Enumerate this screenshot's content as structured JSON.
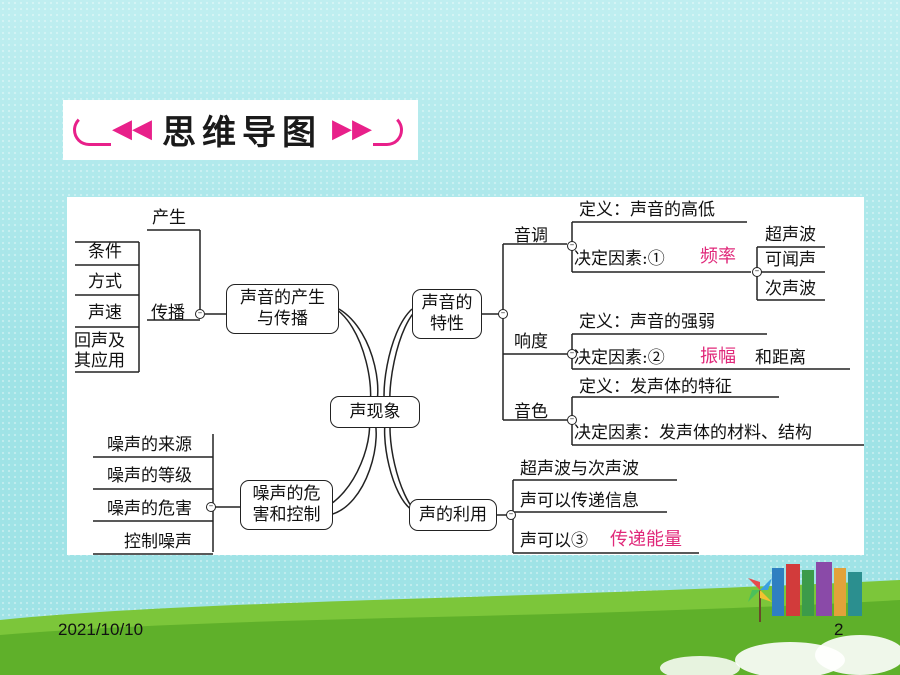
{
  "title": "思维导图",
  "footer": {
    "date": "2021/10/10",
    "page": "2"
  },
  "center": "声现象",
  "left_top": {
    "node": "声音的产生与传播",
    "produce": "产生",
    "spread": "传播",
    "spread_items": [
      "条件",
      "方式",
      "声速",
      "回声及其应用"
    ]
  },
  "left_bottom": {
    "node": "噪声的危害和控制",
    "items": [
      "噪声的来源",
      "噪声的等级",
      "噪声的危害",
      "控制噪声"
    ]
  },
  "right_top": {
    "node": "声音的特性",
    "pitch": {
      "label": "音调",
      "definition": "定义：声音的高低",
      "factor_prefix": "决定因素:①",
      "factor_answer": "频率",
      "sub": [
        "超声波",
        "可闻声",
        "次声波"
      ]
    },
    "loudness": {
      "label": "响度",
      "definition": "定义：声音的强弱",
      "factor_prefix": "决定因素:②",
      "factor_answer": "振幅",
      "factor_suffix": "和距离"
    },
    "timbre": {
      "label": "音色",
      "definition": "定义：发声体的特征",
      "factor": "决定因素：发声体的材料、结构"
    }
  },
  "right_bottom": {
    "node": "声的利用",
    "items": [
      "超声波与次声波",
      "声可以传递信息"
    ],
    "energy_prefix": "声可以③",
    "energy_answer": "传递能量"
  }
}
